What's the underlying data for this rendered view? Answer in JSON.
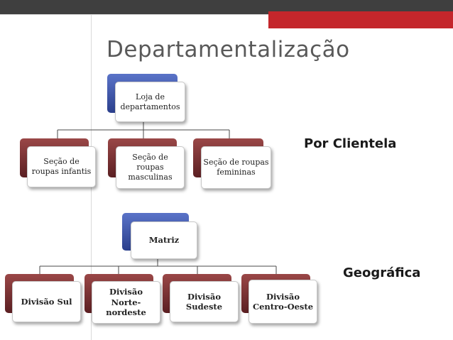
{
  "title": "Departamentalização",
  "labels": {
    "por_clientela": "Por Clientela",
    "geografica": "Geográfica"
  },
  "colors": {
    "topbar_dark": "#3f3f3f",
    "topbar_accent": "#c4262b",
    "root_box": "#3a51a8",
    "child_box": "#7a3034"
  },
  "chart1": {
    "root": "Loja de departamentos",
    "children": [
      "Seção de roupas infantis",
      "Seção de roupas masculinas",
      "Seção de roupas femininas"
    ]
  },
  "chart2": {
    "root": "Matriz",
    "children": [
      "Divisão Sul",
      "Divisão Norte-nordeste",
      "Divisão Sudeste",
      "Divisão Centro-Oeste"
    ]
  }
}
